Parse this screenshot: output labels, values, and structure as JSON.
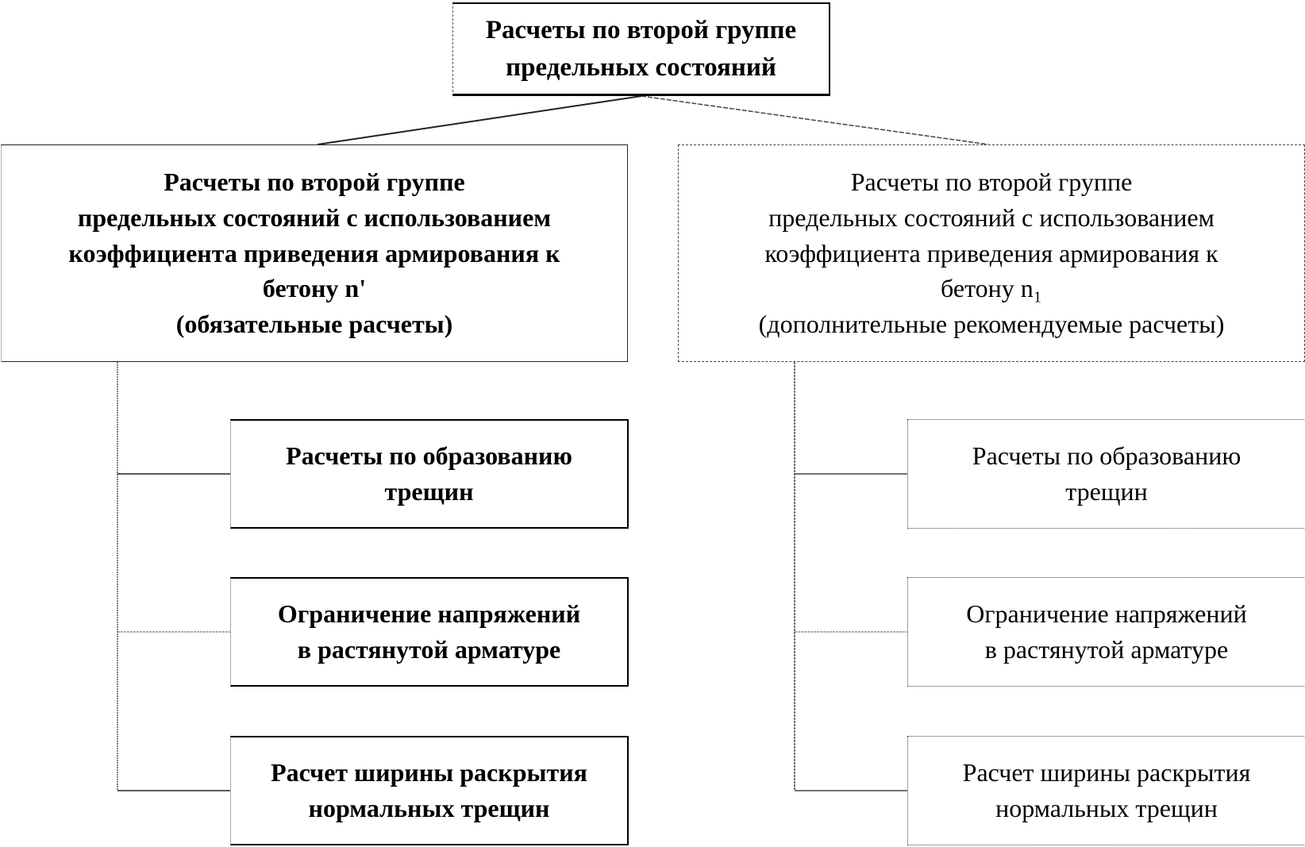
{
  "diagram": {
    "root": {
      "text": "Расчеты по второй группе\nпредельных состояний"
    },
    "branches": [
      {
        "title": "Расчеты по второй группе\nпредельных состояний с использованием\nкоэффициента приведения армирования к\nбетону n'\n(обязательные расчеты)",
        "children": [
          "Расчеты по образованию\nтрещин",
          "Ограничение напряжений\nв растянутой арматуре",
          "Расчет ширины раскрытия\nнормальных трещин"
        ]
      },
      {
        "title": "Расчеты по второй группе\nпредельных состояний с использованием\nкоэффициента приведения армирования к\nбетону n₁\n(дополнительные рекомендуемые расчеты)",
        "children": [
          "Расчеты по образованию\nтрещин",
          "Ограничение напряжений\nв растянутой арматуре",
          "Расчет ширины раскрытия\nнормальных трещин"
        ]
      }
    ]
  }
}
